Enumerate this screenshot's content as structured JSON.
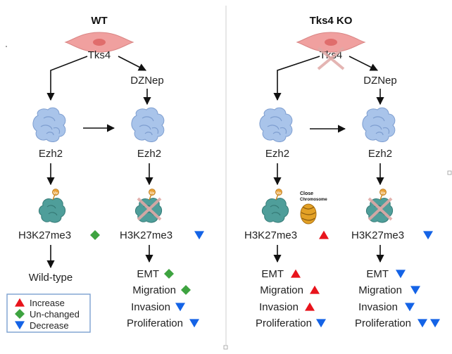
{
  "panels": [
    {
      "title": "WT",
      "cell_label": "Tks4",
      "left_col": {
        "enzyme": "Ezh2",
        "mark": "H3K27me3",
        "mark_status": "unchanged",
        "outcomes": [
          {
            "label": "Wild-type",
            "status": ""
          }
        ]
      },
      "right_col": {
        "drug": "DZNep",
        "enzyme": "Ezh2",
        "mark": "H3K27me3",
        "mark_status": "decrease",
        "outcomes": [
          {
            "label": "EMT",
            "status": "unchanged"
          },
          {
            "label": "Migration",
            "status": "unchanged"
          },
          {
            "label": "Invasion",
            "status": "decrease"
          },
          {
            "label": "Proliferation",
            "status": "decrease"
          }
        ]
      }
    },
    {
      "title": "Tks4 KO",
      "cell_label": "Tks4",
      "chromosome_label_1": "Close",
      "chromosome_label_2": "Chromosome",
      "left_col": {
        "enzyme": "Ezh2",
        "mark": "H3K27me3",
        "mark_status": "increase",
        "outcomes": [
          {
            "label": "EMT",
            "status": "increase"
          },
          {
            "label": "Migration",
            "status": "increase"
          },
          {
            "label": "Invasion",
            "status": "increase"
          },
          {
            "label": "Proliferation",
            "status": "decrease"
          }
        ]
      },
      "right_col": {
        "drug": "DZNep",
        "enzyme": "Ezh2",
        "mark": "H3K27me3",
        "mark_status": "decrease",
        "outcomes": [
          {
            "label": "EMT",
            "status": "decrease"
          },
          {
            "label": "Migration",
            "status": "decrease"
          },
          {
            "label": "Invasion",
            "status": "decrease"
          },
          {
            "label": "Proliferation",
            "status": "decrease2"
          }
        ]
      }
    }
  ],
  "legend": {
    "items": [
      {
        "label": "Increase",
        "status": "increase"
      },
      {
        "label": "Un-changed",
        "status": "unchanged"
      },
      {
        "label": "Decrease",
        "status": "decrease"
      }
    ]
  },
  "methyl_badge": "Me",
  "colors": {
    "increase": "#e8141c",
    "unchanged": "#3ea340",
    "decrease": "#1463e6",
    "ezh2": "#a9c4ea",
    "nucleosome": "#4f9e9a",
    "cell": "#f0a09f",
    "cross": "#e0a9a6"
  }
}
